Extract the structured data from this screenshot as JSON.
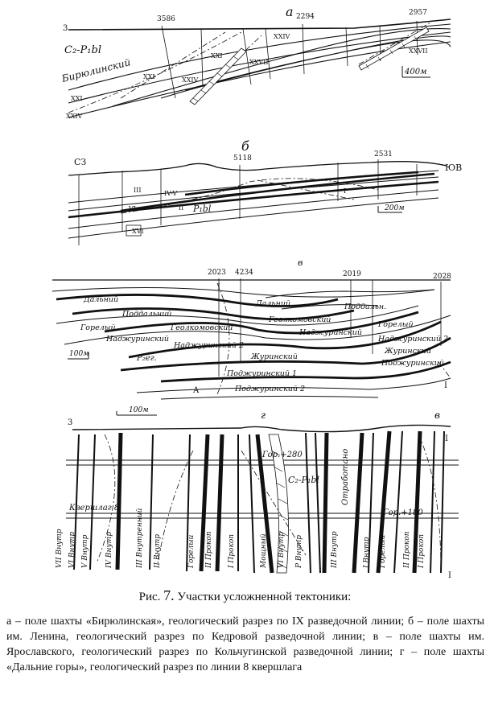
{
  "panel_a": {
    "letter": "а",
    "line_number": "3",
    "wells": [
      "3586",
      "2294",
      "2957"
    ],
    "formation": "C₂-P₁bl",
    "seam_named": "Бирюлинский",
    "seams": [
      "XXI",
      "XXIV",
      "XXI",
      "XXIV",
      "XXVII",
      "XXI",
      "XXIV",
      "XXVII"
    ],
    "scale": "400м"
  },
  "panel_b": {
    "letter": "б",
    "dir_left": "СЗ",
    "dir_right": "ЮВ",
    "wells": [
      "5118",
      "2531"
    ],
    "seams": [
      "III",
      "IV-V",
      "VI",
      "II",
      "XVI",
      "I"
    ],
    "formation": "P₁bl",
    "scale": "200м"
  },
  "panel_c": {
    "letter": "в",
    "wells": [
      "2023",
      "4234",
      "2019",
      "2028"
    ],
    "mark_I": "I",
    "seams": [
      "Дальний",
      "Поддальний",
      "Геолкомовский",
      "Горелый",
      "Наджуринский",
      "Наджуринский 2",
      "Журинский",
      "Поджуринский 1",
      "Поджуринский 2",
      "Дальний",
      "Поддальн.",
      "Геолкомовский",
      "Наджуринский",
      "Горелый",
      "Наджуринский 2",
      "Журинский",
      "Поджуринский"
    ],
    "formation": "P₂ег.",
    "point_A": "A",
    "scale": "100м"
  },
  "panel_d": {
    "letter": "г",
    "letter_right": "в",
    "line_number": "3",
    "scale": "100м",
    "horizon_280": "Гор.+280",
    "horizon_180": "Гор.+180",
    "formation": "C₂-P₁bl",
    "adit": "Квершлаг 8",
    "worked_out": "Отработано",
    "seams": [
      "VII Внутр",
      "VI Внутр",
      "V Внутр",
      "IV Внутр",
      "III Внутренний",
      "II Внутр",
      "Горелый",
      "II Прокоп",
      "I Прокоп",
      "Мощный",
      "VI Внутр",
      "P Внутр",
      "III Внутр",
      "I Внутр",
      "Горелый",
      "II Прокоп",
      "I Прокоп"
    ],
    "mark_I": "I"
  },
  "caption": {
    "prefix": "Рис.",
    "number": "7.",
    "title": "Участки усложненной тектоники:"
  },
  "description": "а – поле шахты «Бирюлинская», геологический разрез по IX разведочной линии; б – поле шахты им. Ленина, геологический разрез по Кедровой разведочной линии; в – поле шахты им. Ярославского, геологический разрез по Кольчугинской разведочной линии; г – поле шахты «Дальние горы», геологический разрез по линии 8 квершлага"
}
